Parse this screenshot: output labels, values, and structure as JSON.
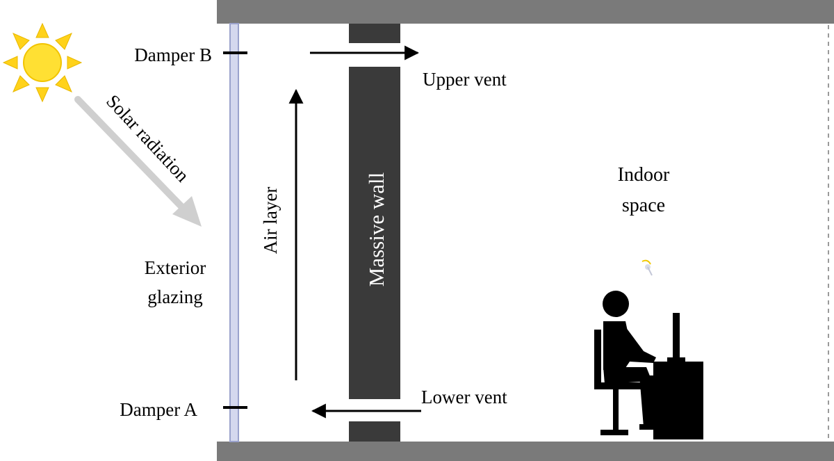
{
  "labels": {
    "damper_b": "Damper B",
    "damper_a": "Damper A",
    "upper_vent": "Upper vent",
    "lower_vent": "Lower vent",
    "solar_radiation": "Solar radiation",
    "exterior_glazing_line1": "Exterior",
    "exterior_glazing_line2": "glazing",
    "air_layer": "Air layer",
    "massive_wall": "Massive  wall",
    "indoor_space_line1": "Indoor",
    "indoor_space_line2": "space"
  },
  "colors": {
    "slab": "#7a7a7a",
    "wall": "#3a3a3a",
    "glazing": "#b8bedc",
    "sun": "#ffe033",
    "sun_rays": "#ffd21a",
    "solar_arrow": "#cfcfcf",
    "ink": "#000000"
  },
  "icons": {
    "sun": "sun-icon",
    "person": "person-at-desk-icon",
    "lamp": "desk-lamp-icon"
  }
}
